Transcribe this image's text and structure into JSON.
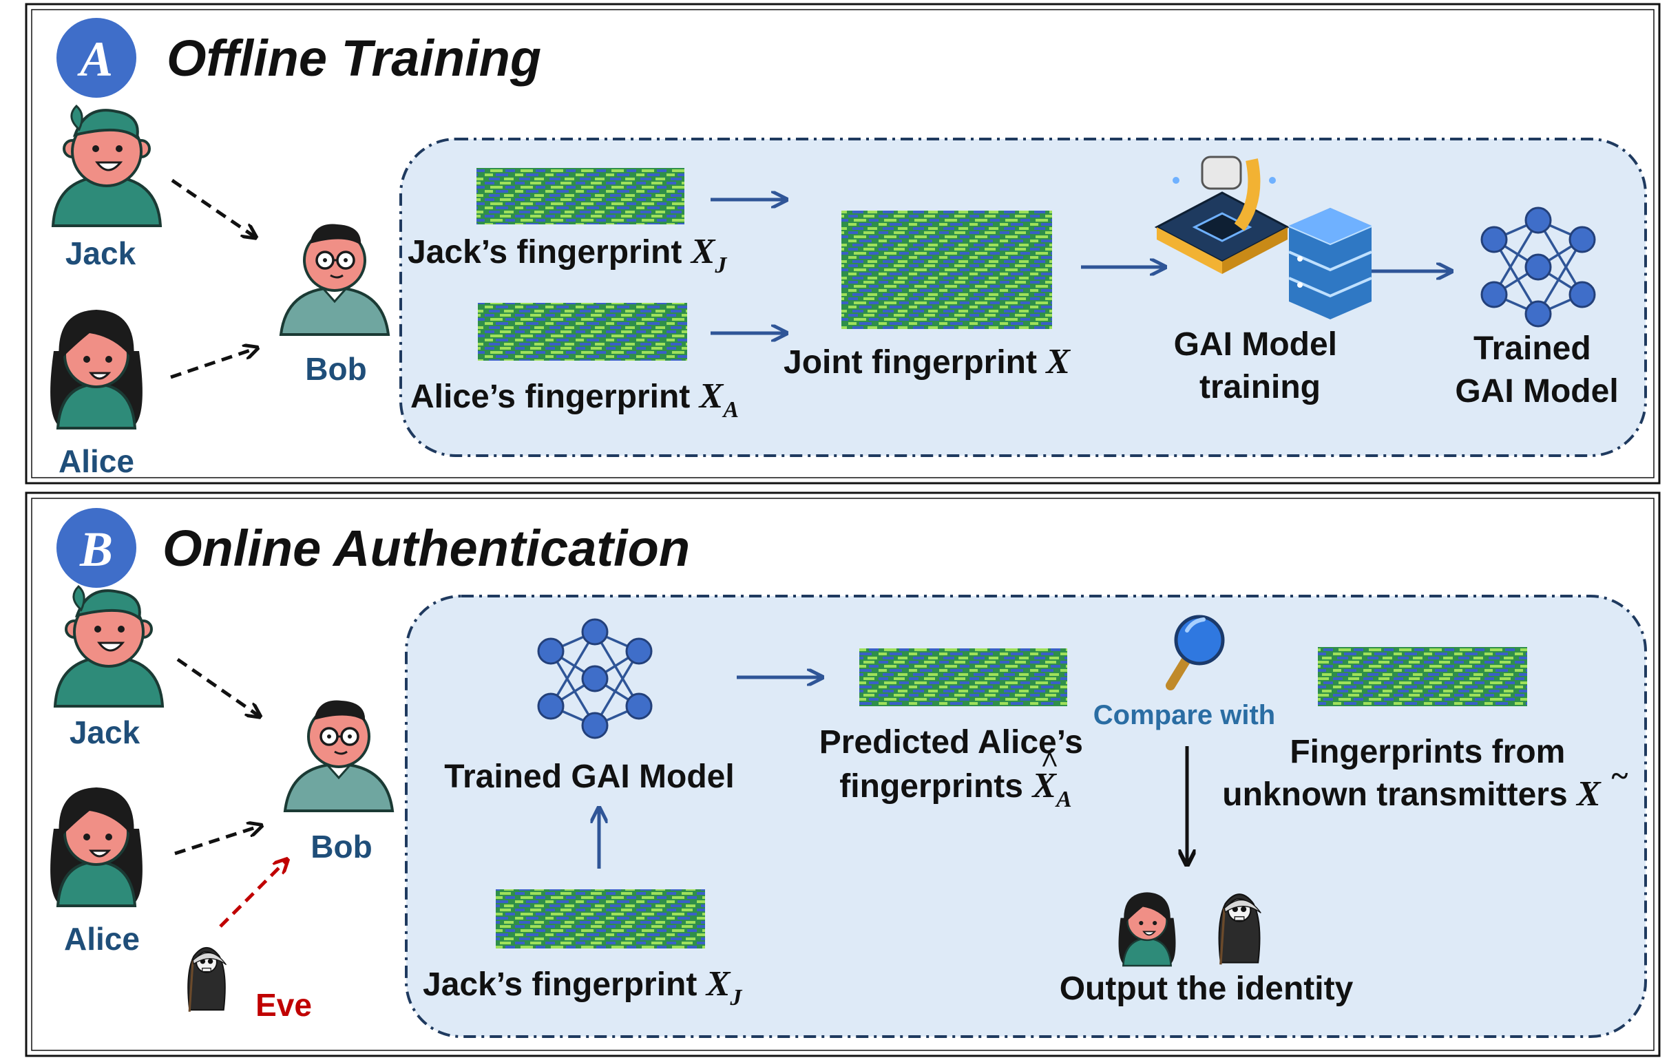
{
  "colors": {
    "panel_bg": "#deeaf7",
    "badge_blue": "#3f6ec9",
    "name_blue": "#1f4e79",
    "compare_blue": "#2a6da3",
    "arrow_blue": "#2f5597",
    "eve_red": "#c00000",
    "fp_green": "#2f8f4a",
    "fp_lime": "#9fe05a",
    "fp_blue": "#3a5fc8",
    "skin": "#f08f86",
    "shirt": "#2e8b79",
    "bob_shirt": "#6fa6a0"
  },
  "panel_a": {
    "badge": "A",
    "title": "Offline Training",
    "people": {
      "jack": "Jack",
      "alice": "Alice",
      "bob": "Bob"
    },
    "jack_fp": {
      "text": "Jack’s fingerprint ",
      "var": "X",
      "sub": "J"
    },
    "alice_fp": {
      "text": "Alice’s fingerprint ",
      "var": "X",
      "sub": "A"
    },
    "joint_fp": {
      "text": "Joint fingerprint ",
      "var": "X"
    },
    "training": {
      "line1": "GAI Model",
      "line2": "training"
    },
    "trained": {
      "line1": "Trained",
      "line2": "GAI Model"
    },
    "icons": [
      "chip-icon",
      "database-icon",
      "neural-network-icon"
    ]
  },
  "panel_b": {
    "badge": "B",
    "title": "Online Authentication",
    "people": {
      "jack": "Jack",
      "alice": "Alice",
      "bob": "Bob",
      "eve": "Eve"
    },
    "trained_model": "Trained GAI Model",
    "jack_fp": {
      "text": "Jack’s fingerprint ",
      "var": "X",
      "sub": "J"
    },
    "predicted": {
      "line1": "Predicted Alice’s",
      "line2": "fingerprints ",
      "var": "X",
      "accent": "^",
      "sub": "A"
    },
    "compare": "Compare with",
    "unknown": {
      "line1": "Fingerprints from",
      "line2": "unknown transmitters ",
      "var": "X",
      "accent": "~"
    },
    "output": "Output the identity",
    "icons": [
      "magnifier-icon",
      "neural-network-icon",
      "reaper-icon"
    ]
  }
}
